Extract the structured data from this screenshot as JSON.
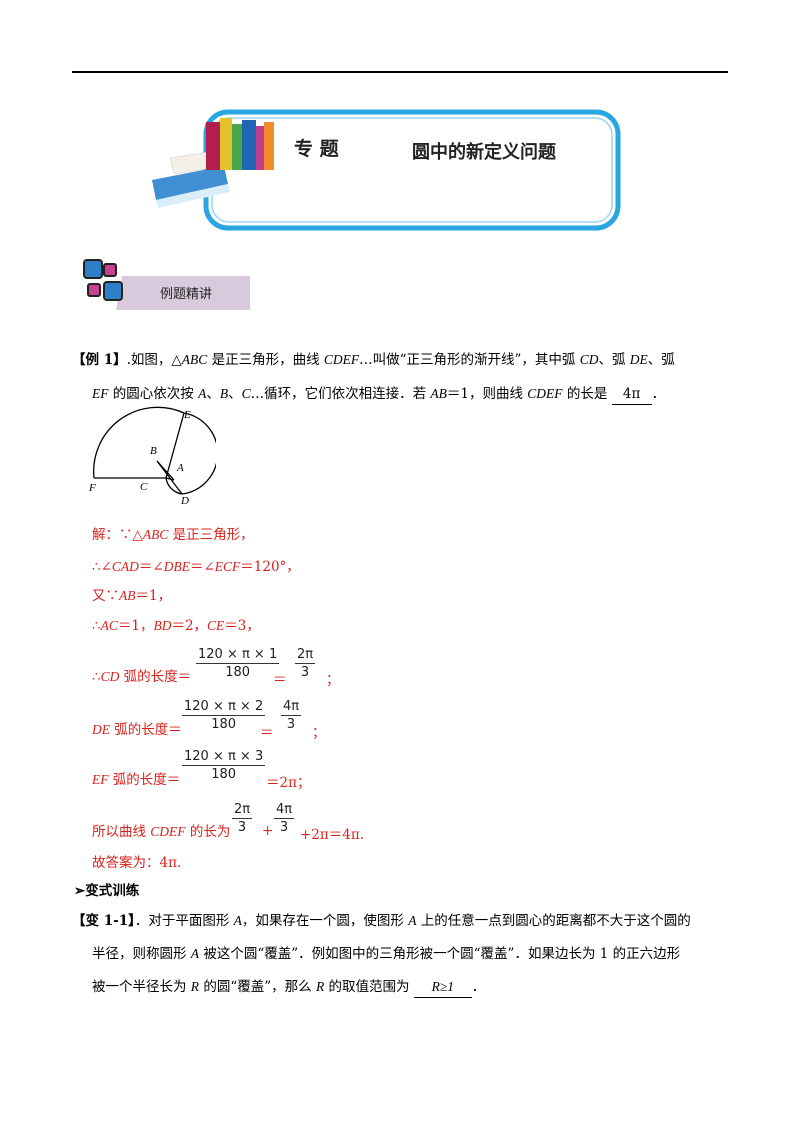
{
  "banner": {
    "label": "专 题",
    "title": "圆中的新定义问题"
  },
  "section_title": "例题精讲",
  "example1": {
    "tag": "【例 1】",
    "line1_a": ".如图，△",
    "abc": "ABC",
    "line1_b": " 是正三角形，曲线 ",
    "cdef": "CDEF",
    "line1_c": "…叫做“正三角形的渐开线”，其中弧 ",
    "cd": "CD",
    "line1_d": "、弧 ",
    "de": "DE",
    "line1_e": "、弧",
    "ef": "EF",
    "line2_a": " 的圆心依次按 ",
    "A": "A",
    "sep1": "、",
    "B": "B",
    "sep2": "、",
    "C": "C",
    "line2_b": "…循环，它们依次相连接．若 ",
    "ab": "AB",
    "line2_c": "＝1，则曲线 ",
    "cdef2": "CDEF",
    "line2_d": " 的长是 ",
    "answer": "4π",
    "line2_e": "．"
  },
  "figure": {
    "E": "E",
    "B": "B",
    "A": "A",
    "F": "F",
    "C": "C",
    "D": "D"
  },
  "solution": {
    "s1a": "解：∵△",
    "s1b": "ABC",
    "s1c": " 是正三角形，",
    "s2a": "∴∠",
    "s2b": "CAD",
    "s2c": "＝∠",
    "s2d": "DBE",
    "s2e": "＝∠",
    "s2f": "ECF",
    "s2g": "＝120°，",
    "s3a": "又∵",
    "s3b": "AB",
    "s3c": "＝1，",
    "s4a": "∴",
    "s4b": "AC",
    "s4c": "＝1，",
    "s4d": "BD",
    "s4e": "＝2，",
    "s4f": "CE",
    "s4g": "＝3，",
    "s5a": "∴",
    "s5b": "CD",
    "s5c": " 弧的长度＝",
    "f1num": "120 × π × 1",
    "f1den": "180",
    "eq": "＝",
    "r1num": "2π",
    "r1den": "3",
    "semi": "；",
    "s6a": "DE",
    "s6b": " 弧的长度＝",
    "f2num": "120 × π × 2",
    "f2den": "180",
    "r2num": "4π",
    "r2den": "3",
    "s7a": "EF",
    "s7b": " 弧的长度＝",
    "f3num": "120 × π × 3",
    "f3den": "180",
    "s7c": "＝2π；",
    "s8a": "所以曲线 ",
    "s8b": "CDEF",
    "s8c": " 的长为",
    "s8num1": "2π",
    "s8den1": "3",
    "plus": "+",
    "s8num2": "4π",
    "s8den2": "3",
    "s8tail": "+2π＝4π.",
    "s9": "故答案为：4π."
  },
  "variant": {
    "heading": "➢变式训练",
    "tag": "【变 1-1】",
    "l1a": "．对于平面图形 ",
    "A1": "A",
    "l1b": "，如果存在一个圆，使图形 ",
    "A2": "A",
    "l1c": " 上的任意一点到圆心的距离都不大于这个圆的",
    "l2a": "半径，则称圆形 ",
    "A3": "A",
    "l2b": " 被这个圆“覆盖”．例如图中的三角形被一个圆“覆盖”．如果边长为 1 的正六边形",
    "l3a": "被一个半径长为 ",
    "R1": "R",
    "l3b": " 的圆“覆盖”，那么 ",
    "R2": "R",
    "l3c": " 的取值范围为 ",
    "answer": "R≥1",
    "l3d": "．"
  },
  "colors": {
    "solution": "#d9221c",
    "banner_border": "#29a8e0",
    "section_bg": "#d9c9dc"
  }
}
